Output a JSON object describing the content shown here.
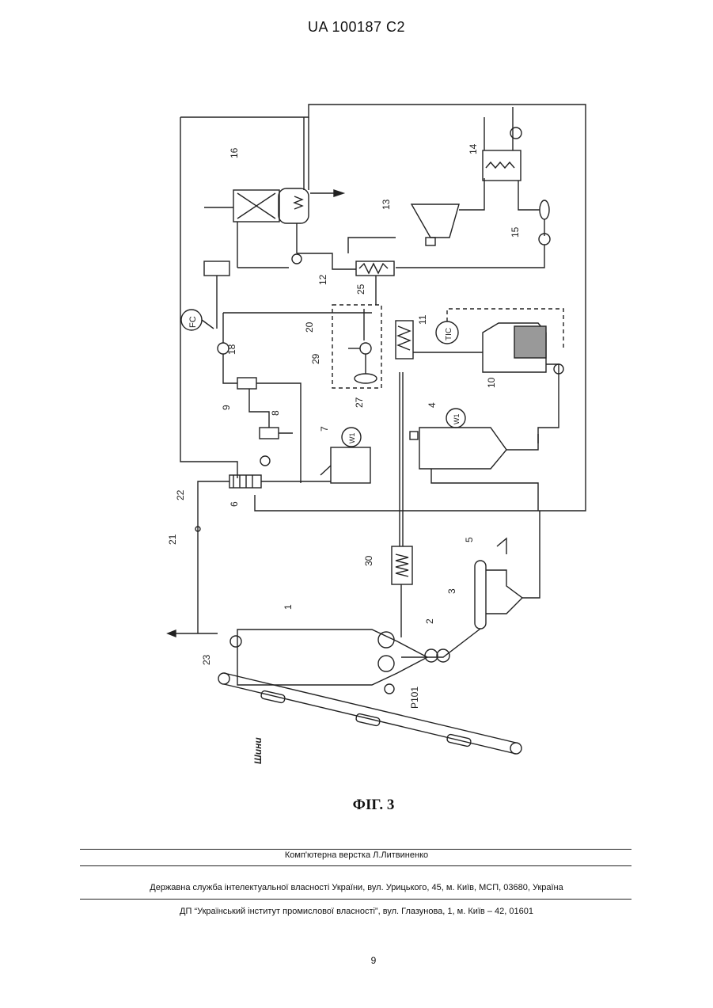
{
  "header": {
    "patent_id": "UA   100187   C2"
  },
  "figure": {
    "caption": "ФІГ. 3",
    "labels": {
      "n1": "1",
      "n2": "2",
      "n3": "3",
      "n4": "4",
      "n5": "5",
      "n6": "6",
      "n7": "7",
      "n8": "8",
      "n9": "9",
      "n10": "10",
      "n11": "11",
      "n12": "12",
      "n13": "13",
      "n14": "14",
      "n15": "15",
      "n16": "16",
      "n18": "18",
      "n20": "20",
      "n21": "21",
      "n22": "22",
      "n23": "23",
      "n25": "25",
      "n27": "27",
      "n29": "29",
      "n30": "30",
      "p101": "P101",
      "tyres": "Шини",
      "fc": "FC",
      "tic": "TIC",
      "w1a": "W1",
      "w1b": "W1"
    }
  },
  "footer": {
    "typesetting": "Комп'ютерна верстка Л.Литвиненко",
    "office": "Державна служба інтелектуальної власності України, вул. Урицького, 45, м. Київ, МСП, 03680, Україна",
    "institute": "ДП “Український інститут промислової власності”, вул. Глазунова, 1, м. Київ – 42, 01601",
    "page_number": "9"
  }
}
